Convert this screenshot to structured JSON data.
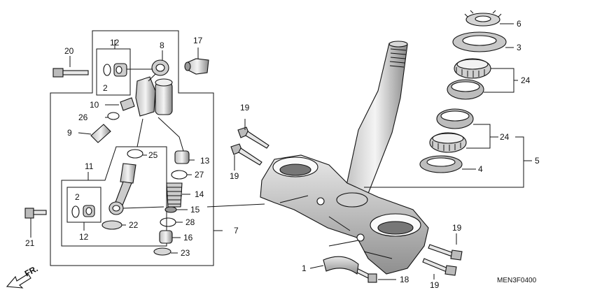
{
  "callouts": {
    "c1": "1",
    "c2a": "2",
    "c2b": "2",
    "c3": "3",
    "c4": "4",
    "c5": "5",
    "c6": "6",
    "c7": "7",
    "c8": "8",
    "c9": "9",
    "c10": "10",
    "c11": "11",
    "c12a": "12",
    "c12b": "12",
    "c13": "13",
    "c14": "14",
    "c15": "15",
    "c16": "16",
    "c17": "17",
    "c18": "18",
    "c19a": "19",
    "c19b": "19",
    "c19c": "19",
    "c19d": "19",
    "c20": "20",
    "c21": "21",
    "c22": "22",
    "c23": "23",
    "c24a": "24",
    "c24b": "24",
    "c25": "25",
    "c26": "26",
    "c27": "27",
    "c28": "28"
  },
  "direction_label": "FR.",
  "diagram_code": "MEN3F0400"
}
